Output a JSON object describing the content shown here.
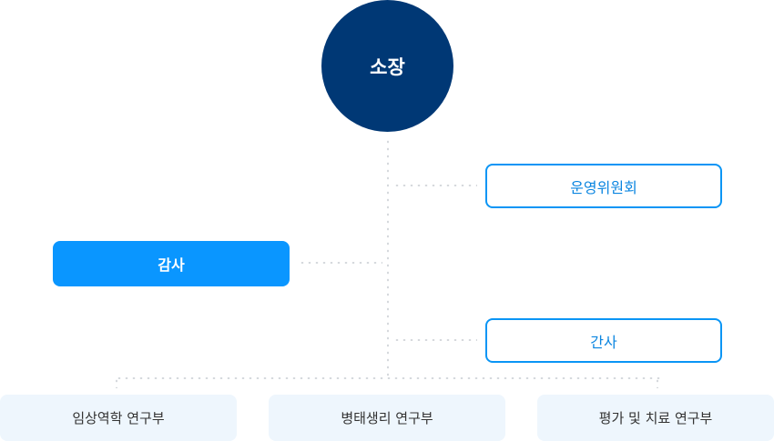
{
  "org_chart": {
    "head": {
      "label": "소장"
    },
    "side_units": [
      {
        "id": "steering-committee",
        "label": "운영위원회",
        "style": "outline",
        "side": "right"
      },
      {
        "id": "audit",
        "label": "감사",
        "style": "solid",
        "side": "left"
      },
      {
        "id": "secretary",
        "label": "간사",
        "style": "outline",
        "side": "right"
      }
    ],
    "departments": [
      {
        "label": "임상역학 연구부"
      },
      {
        "label": "병태생리 연구부"
      },
      {
        "label": "평가 및 치료 연구부"
      }
    ],
    "colors": {
      "head_bg": "#003875",
      "accent": "#0a96ff",
      "outline_text": "#0a85e0",
      "dept_bg": "#eef6fd",
      "connector": "#d6d9dd"
    }
  }
}
